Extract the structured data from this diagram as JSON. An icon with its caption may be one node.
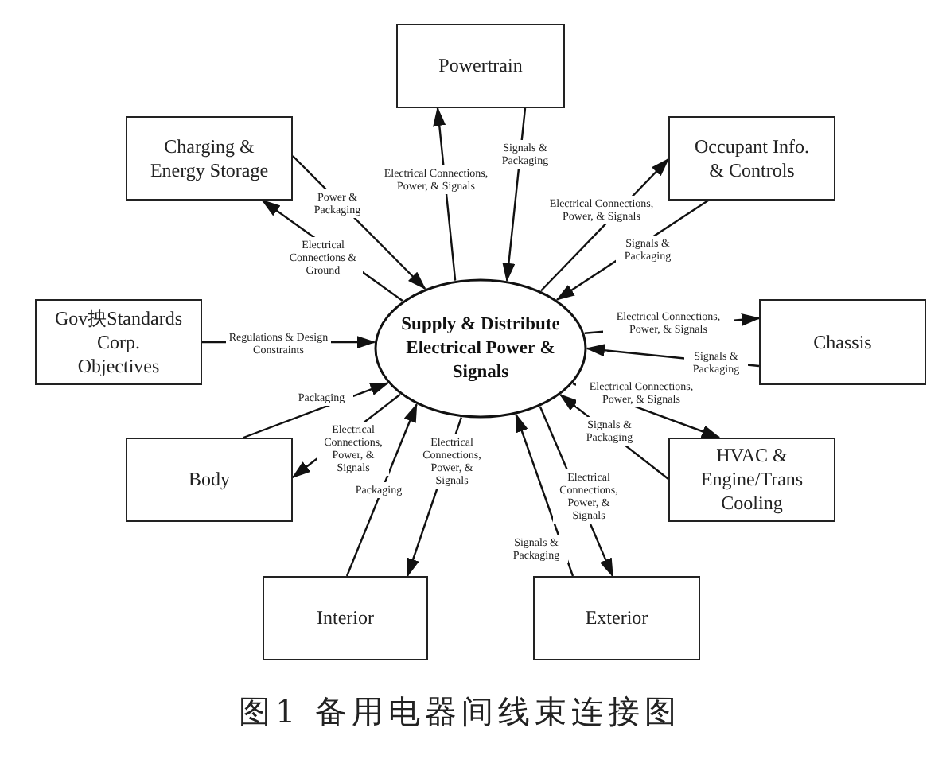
{
  "diagram": {
    "caption": "图1 备用电器间线束连接图",
    "nodes": [
      {
        "text": [
          "Supply & Distribute Electrical Power & Signals"
        ]
      },
      {
        "text": [
          "Powertrain"
        ]
      },
      {
        "text": [
          "Charging & Energy Storage"
        ]
      },
      {
        "text": [
          "Occupant Info. & Controls"
        ]
      },
      {
        "text": [
          "Gov抰Standards Corp. Objectives"
        ]
      },
      {
        "text": [
          "Chassis"
        ]
      },
      {
        "text": [
          "Body"
        ]
      },
      {
        "text": [
          "HVAC & Engine/Trans Cooling"
        ]
      },
      {
        "text": [
          "Interior"
        ]
      },
      {
        "text": [
          "Exterior"
        ]
      }
    ],
    "edges": [
      {
        "from": 0,
        "to": 1,
        "arrow": "to",
        "label": "Electrical Connections, Power, & Signals"
      },
      {
        "from": 1,
        "to": 0,
        "arrow": "to",
        "label": "Signals & Packaging"
      },
      {
        "from": 0,
        "to": 2,
        "arrow": "to",
        "label": "Electrical Connections & Ground"
      },
      {
        "from": 2,
        "to": 0,
        "arrow": "to",
        "label": "Power & Packaging"
      },
      {
        "from": 0,
        "to": 3,
        "arrow": "to",
        "label": "Electrical Connections, Power, & Signals"
      },
      {
        "from": 3,
        "to": 0,
        "arrow": "to",
        "label": "Signals & Packaging"
      },
      {
        "from": 4,
        "to": 0,
        "arrow": "to",
        "label": "Regulations & Design Constraints"
      },
      {
        "from": 0,
        "to": 5,
        "arrow": "to",
        "label": "Electrical Connections, Power, & Signals"
      },
      {
        "from": 5,
        "to": 0,
        "arrow": "to",
        "label": "Signals & Packaging"
      },
      {
        "from": 6,
        "to": 0,
        "arrow": "to",
        "label": "Packaging"
      },
      {
        "from": 0,
        "to": 6,
        "arrow": "to",
        "label": "Electrical Connections, Power, & Signals"
      },
      {
        "from": 0,
        "to": 7,
        "arrow": "to",
        "label": "Electrical Connections, Power, & Signals"
      },
      {
        "from": 7,
        "to": 0,
        "arrow": "to",
        "label": "Signals & Packaging"
      },
      {
        "from": 8,
        "to": 0,
        "arrow": "to",
        "label": "Packaging"
      },
      {
        "from": 0,
        "to": 8,
        "arrow": "to",
        "label": "Electrical Connections, Power, & Signals"
      },
      {
        "from": 9,
        "to": 0,
        "arrow": "to",
        "label": "Signals & Packaging"
      },
      {
        "from": 0,
        "to": 9,
        "arrow": "to",
        "label": "Electrical Connections, Power, & Signals"
      }
    ]
  }
}
